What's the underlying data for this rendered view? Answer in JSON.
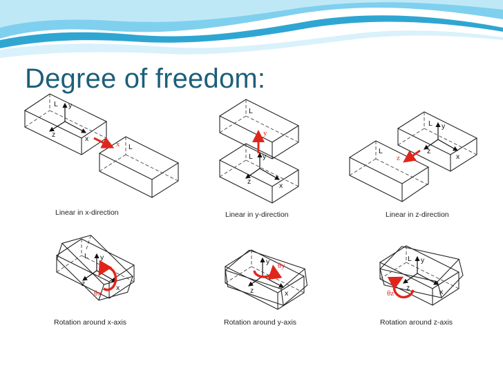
{
  "slide": {
    "title": "Degree of freedom:"
  },
  "panels": [
    {
      "caption": "Linear in x-direction",
      "motion": "x"
    },
    {
      "caption": "Linear in y-direction",
      "motion": "y"
    },
    {
      "caption": "Linear in z-direction",
      "motion": "z"
    },
    {
      "caption": "Rotation around x-axis",
      "motion": "θx"
    },
    {
      "caption": "Rotation around y-axis",
      "motion": "θy"
    },
    {
      "caption": "Rotation around z-axis",
      "motion": "θz"
    }
  ],
  "axis_labels": {
    "x": "x",
    "y": "y",
    "z": "z",
    "length": "L"
  },
  "colors": {
    "title": "#1d5f7a",
    "banner_light": "#d9f1fb",
    "banner_mid": "#8fd6ef",
    "banner_dark": "#2fa6d2",
    "arrow": "#e0261b"
  }
}
